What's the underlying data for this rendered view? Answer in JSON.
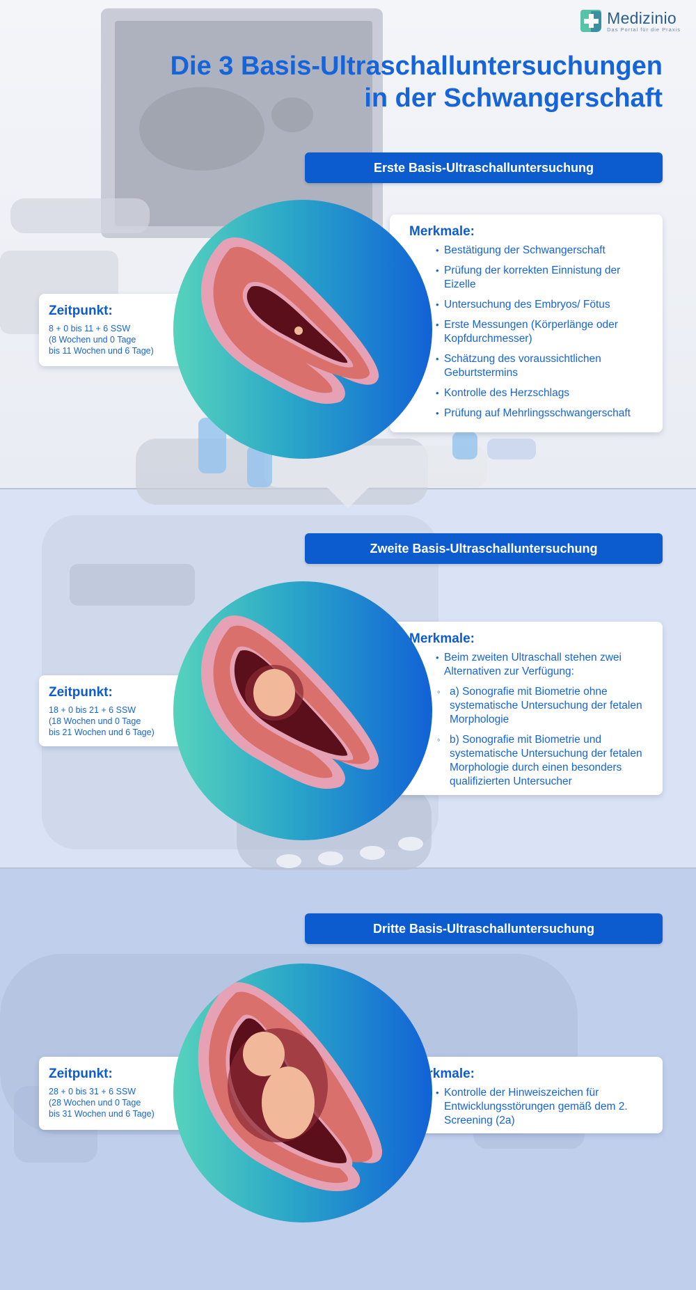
{
  "brand": {
    "name": "Medizinio",
    "tagline": "Das Portal für die Praxis"
  },
  "title": {
    "line1": "Die 3 Basis-Ultraschalluntersuchungen",
    "line2": "in der Schwangerschaft"
  },
  "sections": [
    {
      "header": "Erste Basis-Ultraschalluntersuchung",
      "features_title": "Merkmale:",
      "features": [
        "Bestätigung der Schwangerschaft",
        "Prüfung der korrekten Einnistung der Eizelle",
        "Untersuchung des Embryos/ Fötus",
        "Erste Messungen (Körperlänge oder Kopfdurchmesser)",
        "Schätzung des voraussichtlichen Geburtstermins",
        "Kontrolle des Herzschlags",
        "Prüfung auf Mehrlingsschwangerschaft"
      ],
      "time_title": "Zeitpunkt:",
      "time_lines": [
        "8 + 0 bis 11 + 6 SSW",
        "(8 Wochen und 0 Tage",
        "bis 11 Wochen und  6 Tage)"
      ]
    },
    {
      "header": "Zweite Basis-Ultraschalluntersuchung",
      "features_title": "Merkmale:",
      "features": [
        "Beim zweiten Ultraschall stehen zwei Alternativen zur Verfügung:",
        "a) Sonografie mit Biometrie ohne systematische Untersuchung der fetalen Morphologie",
        "b) Sonografie mit Biometrie und systematische Untersuchung der fetalen Morphologie durch einen besonders qualifizierten Untersucher"
      ],
      "time_title": "Zeitpunkt:",
      "time_lines": [
        "18 + 0 bis 21 + 6 SSW",
        "(18 Wochen und 0 Tage",
        "bis 21 Wochen und 6 Tage)"
      ]
    },
    {
      "header": "Dritte Basis-Ultraschalluntersuchung",
      "features_title": "Merkmale:",
      "features": [
        "Kontrolle der Hinweiszeichen für Entwicklungsstörungen gemäß dem 2. Screening (2a)"
      ],
      "time_title": "Zeitpunkt:",
      "time_lines": [
        "28 + 0 bis 31 + 6 SSW",
        "(28 Wochen und 0 Tage",
        "bis 31 Wochen und 6 Tage)"
      ]
    }
  ],
  "colors": {
    "accent": "#0d5ccf",
    "title": "#1664d9",
    "uterus": "#d9706c",
    "uterus_lining": "#e6a2b4",
    "cavity": "#5a0f1a",
    "fetus": "#f1b99a"
  },
  "icons": [
    "medical-cross-icon",
    "bullet-icon"
  ]
}
